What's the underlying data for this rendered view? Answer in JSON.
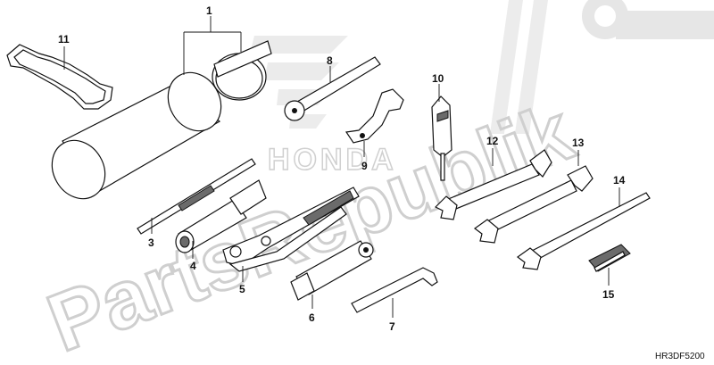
{
  "watermark": {
    "text": "PartsRepublik",
    "brand_wordmark": "HONDA"
  },
  "diagram_code": "HR3DF5200",
  "callouts": [
    {
      "id": "c1",
      "label": "1"
    },
    {
      "id": "c3",
      "label": "3"
    },
    {
      "id": "c4",
      "label": "4"
    },
    {
      "id": "c5",
      "label": "5"
    },
    {
      "id": "c6",
      "label": "6"
    },
    {
      "id": "c7",
      "label": "7"
    },
    {
      "id": "c8",
      "label": "8"
    },
    {
      "id": "c9",
      "label": "9"
    },
    {
      "id": "c10",
      "label": "10"
    },
    {
      "id": "c11",
      "label": "11"
    },
    {
      "id": "c12",
      "label": "12"
    },
    {
      "id": "c13",
      "label": "13"
    },
    {
      "id": "c14",
      "label": "14"
    },
    {
      "id": "c15",
      "label": "15"
    }
  ],
  "colors": {
    "line": "#111111",
    "watermark": "#cfcfcf",
    "shade": "#6b6b6b"
  }
}
